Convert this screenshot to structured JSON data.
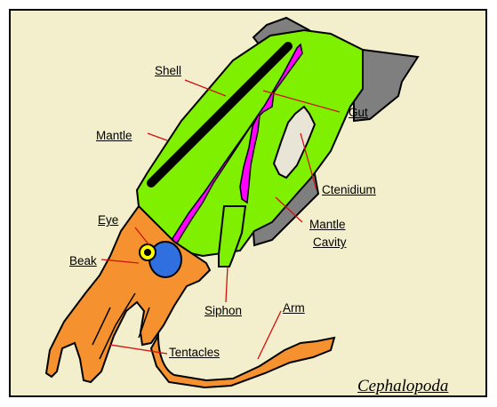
{
  "diagram": {
    "title": "Cephalopoda",
    "labels": {
      "shell": "Shell",
      "gut": "Gut",
      "mantle": "Mantle",
      "ctenidium": "Ctenidium",
      "eye": "Eye",
      "mantle_cavity_line1": "Mantle",
      "mantle_cavity_line2": "Cavity",
      "beak": "Beak",
      "siphon": "Siphon",
      "arm": "Arm",
      "tentacles": "Tentacles"
    }
  },
  "colors": {
    "background": "#f3efcc",
    "mantle": "#7ef000",
    "shell": "#000000",
    "gut": "#ff00ff",
    "head": "#f5922f",
    "fin": "#7f7f7f",
    "eye": "#ffff00",
    "beak": "#2f6fe0",
    "ctenidium": "#e8e4d6"
  }
}
